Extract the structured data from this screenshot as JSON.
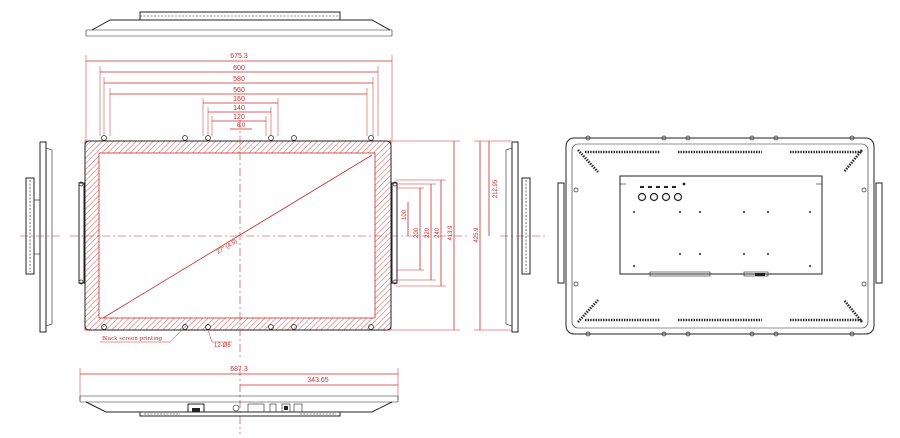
{
  "drawing": {
    "front_view": {
      "dims_top": [
        "675.3",
        "600",
        "580",
        "560",
        "160",
        "140",
        "120",
        "6.0"
      ],
      "dims_right": [
        "100",
        "200",
        "220",
        "240",
        "413.9"
      ],
      "diagonal": "27\" (4:9)",
      "black_print_note": "Black screen printing",
      "hole_note": "12-Ø6"
    },
    "side_view": {
      "dims": [
        "212.95",
        "425.9"
      ]
    },
    "bottom_view": {
      "dims": [
        "687.3",
        "343.65"
      ]
    }
  }
}
